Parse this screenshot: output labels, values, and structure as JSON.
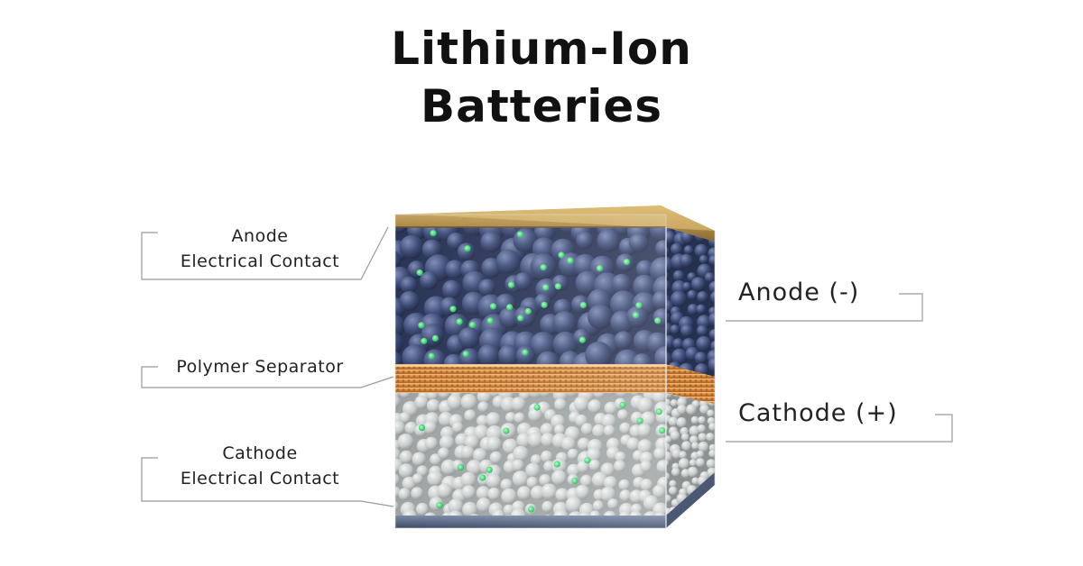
{
  "title": {
    "line1": "Lithium-Ion",
    "line2": "Batteries"
  },
  "labels": {
    "anode_contact": {
      "line1": "Anode",
      "line2": "Electrical Contact"
    },
    "separator": "Polymer Separator",
    "cathode_contact": {
      "line1": "Cathode",
      "line2": "Electrical Contact"
    },
    "anode": "Anode (-)",
    "cathode": "Cathode (+)"
  },
  "colors": {
    "anode_particles": "#3e4c78",
    "cathode_particles": "#c9cccc",
    "lithium_ions": "#2ee86a",
    "anode_contact": "#a8843f",
    "separator": "#e1963f",
    "cathode_contact": "#5a6a8a",
    "callout_lines": "#9a9a9a"
  }
}
